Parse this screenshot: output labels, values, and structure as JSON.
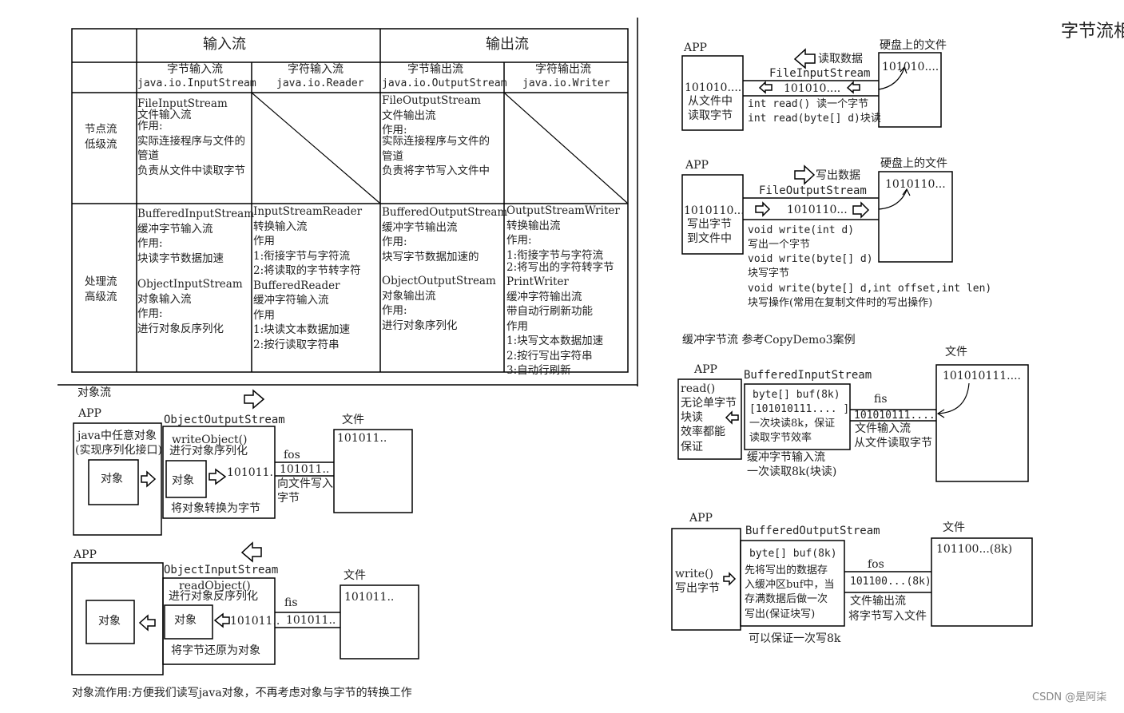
{
  "table": {
    "input_header": "输入流",
    "output_header": "输出流",
    "columns": [
      {
        "name": "字节输入流",
        "class": "java.io.InputStream"
      },
      {
        "name": "字符输入流",
        "class": "java.io.Reader"
      },
      {
        "name": "字节输出流",
        "class": "java.io.OutputStream"
      },
      {
        "name": "字符输出流",
        "class": "java.io.Writer"
      }
    ],
    "node_label": [
      "节点流",
      "低级流"
    ],
    "process_label": [
      "处理流",
      "高级流"
    ],
    "node_cells": [
      [
        "FileInputStream",
        "文件输入流",
        "作用:",
        "实际连接程序与文件的",
        "管道",
        "负责从文件中读取字节"
      ],
      [],
      [
        "FileOutputStream",
        "文件输出流",
        "作用:",
        "实际连接程序与文件的",
        "管道",
        "负责将字节写入文件中"
      ],
      []
    ],
    "process_cells": [
      [
        "BufferedInputStream",
        "缓冲字节输入流",
        "作用:",
        "块读字节数据加速",
        "",
        "ObjectInputStream",
        "对象输入流",
        "作用:",
        "进行对象反序列化"
      ],
      [
        "InputStreamReader",
        "转换输入流",
        "作用",
        "1:衔接字节与字符流",
        "2:将读取的字节转字符",
        "BufferedReader",
        "缓冲字符输入流",
        "作用",
        "1:块读文本数据加速",
        "2:按行读取字符串"
      ],
      [
        "BufferedOutputStream",
        "缓冲字节输出流",
        "作用:",
        "块写字节数据加速的",
        "",
        "ObjectOutputStream",
        "对象输出流",
        "作用:",
        "进行对象序列化"
      ],
      [
        "OutputStreamWriter",
        "转换输出流",
        "作用:",
        "1:衔接字节与字符流",
        "2:将写出的字符转字节",
        "PrintWriter",
        "缓冲字符输出流",
        "带自动行刷新功能",
        "作用",
        "1:块写文本数据加速",
        "2:按行写出字符串",
        "3:自动行刷新"
      ]
    ]
  },
  "object_stream": {
    "title": "对象流",
    "out": {
      "app": "APP",
      "app_text": [
        "java中任意对象",
        "(实现序列化接口)"
      ],
      "object": "对象",
      "stream": "ObjectOutputStream",
      "method": [
        "writeObject()",
        "进行对象序列化"
      ],
      "inner_object": "对象",
      "bytes": "101011..",
      "desc": "将对象转换为字节",
      "fos": "fos",
      "fos_bytes": "101011..",
      "fos_desc": [
        "向文件写入",
        "字节"
      ],
      "file_label": "文件",
      "file_content": "101011.."
    },
    "in": {
      "app": "APP",
      "object": "对象",
      "stream": "ObjectInputStream",
      "method": [
        "readObject()",
        "进行对象反序列化"
      ],
      "inner_object": "对象",
      "bytes": "101011..",
      "desc": "将字节还原为对象",
      "fis": "fis",
      "fis_bytes": "101011..",
      "file_label": "文件",
      "file_content": "101011.."
    },
    "footer": "对象流作用:方便我们读写java对象，不再考虑对象与字节的转换工作"
  },
  "byte_stream": {
    "title": "字节流相",
    "read": {
      "app": "APP",
      "disk_label": "硬盘上的文件",
      "action": "读取数据",
      "stream": "FileInputStream",
      "app_text": [
        "101010....",
        "从文件中",
        "读取字节"
      ],
      "pipe_bytes": "101010....",
      "methods": [
        "int read() 读一个字节",
        "int read(byte[] d)块读"
      ],
      "file_content": "101010...."
    },
    "write": {
      "app": "APP",
      "disk_label": "硬盘上的文件",
      "action": "写出数据",
      "stream": "FileOutputStream",
      "app_text": [
        "1010110...",
        "写出字节",
        "到文件中"
      ],
      "pipe_bytes": "1010110...",
      "methods": [
        "void write(int d)",
        "写出一个字节",
        "void write(byte[] d)",
        "块写字节",
        "void write(byte[] d,int offset,int len)",
        "块写操作(常用在复制文件时的写出操作)"
      ],
      "file_content": "1010110..."
    },
    "buffer_title": "缓冲字节流  参考CopyDemo3案例",
    "buf_in": {
      "app": "APP",
      "file_label": "文件",
      "stream": "BufferedInputStream",
      "app_text": [
        "read()",
        "无论单字节",
        "块读",
        "效率都能",
        "保证"
      ],
      "buf_text": [
        "byte[] buf(8k)",
        "[101010111.... ]",
        "一次块读8k，保证",
        "读取字节效率"
      ],
      "below": [
        "缓冲字节输入流",
        "一次读取8k(块读)"
      ],
      "fis": "fis",
      "fis_bytes": "101010111....",
      "fis_desc": [
        "文件输入流",
        "从文件读取字节"
      ],
      "file_content": "101010111...."
    },
    "buf_out": {
      "app": "APP",
      "file_label": "文件",
      "stream": "BufferedOutputStream",
      "app_text": [
        "write()",
        "写出字节"
      ],
      "buf_text": [
        "byte[]  buf(8k)",
        "先将写出的数据存",
        "入缓冲区buf中，当",
        "存满数据后做一次",
        "写出(保证块写)"
      ],
      "below": "可以保证一次写8k",
      "fos": "fos",
      "fos_bytes": "101100...(8k)",
      "fos_desc": [
        "文件输出流",
        "将字节写入文件"
      ],
      "file_content": "101100...(8k)"
    }
  },
  "watermark": "CSDN @是阿柒"
}
